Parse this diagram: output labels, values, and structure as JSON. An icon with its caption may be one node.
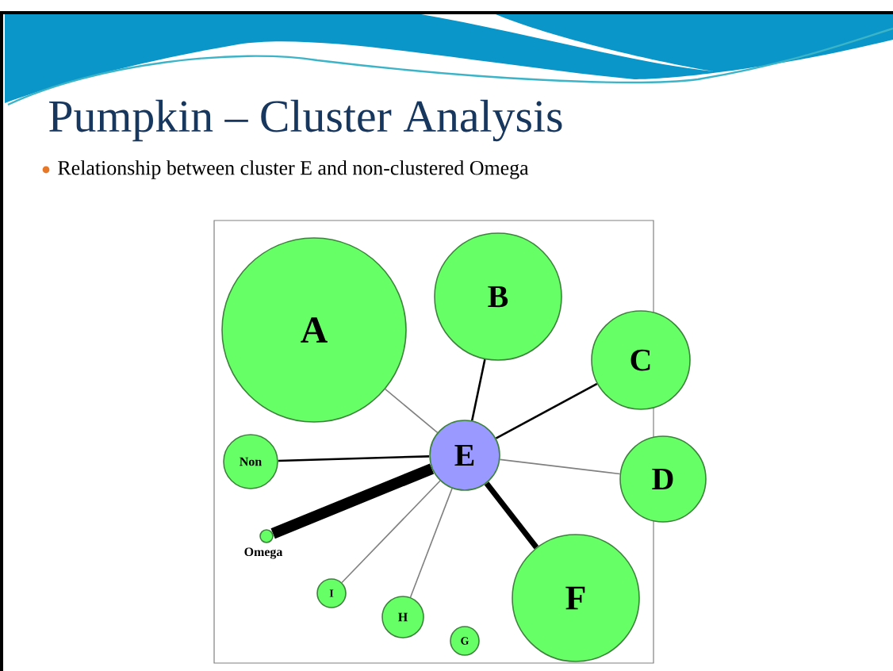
{
  "diagram": {
    "title": "Pumpkin – Cluster Analysis",
    "nodes": [
      {
        "text": [
          "A"
        ]
      },
      {
        "text": [
          "B"
        ]
      },
      {
        "text": [
          "C"
        ]
      },
      {
        "text": [
          "Non"
        ]
      },
      {
        "text": [
          "E"
        ]
      },
      {
        "text": [
          "D"
        ]
      },
      {
        "text": [],
        "shape": "circle",
        "beside": [
          "Omega"
        ]
      },
      {
        "text": [
          "F"
        ]
      },
      {
        "text": [
          "I"
        ]
      },
      {
        "text": [
          "H"
        ]
      },
      {
        "text": [
          "G"
        ]
      }
    ],
    "edges": [
      {
        "from": 4,
        "to": 0,
        "arrow": "none",
        "color": "#808080"
      },
      {
        "from": 4,
        "to": 1,
        "arrow": "none"
      },
      {
        "from": 4,
        "to": 2,
        "arrow": "none"
      },
      {
        "from": 4,
        "to": 5,
        "arrow": "none",
        "color": "#808080"
      },
      {
        "from": 4,
        "to": 7,
        "arrow": "none",
        "style": "thick"
      },
      {
        "from": 4,
        "to": 3,
        "arrow": "none"
      },
      {
        "from": 4,
        "to": 6,
        "arrow": "none",
        "style": "thick"
      },
      {
        "from": 4,
        "to": 8,
        "arrow": "none",
        "color": "#808080"
      },
      {
        "from": 4,
        "to": 9,
        "arrow": "none",
        "color": "#808080"
      }
    ],
    "labels": [
      "Relationship between cluster E and non-clustered Omega"
    ]
  }
}
